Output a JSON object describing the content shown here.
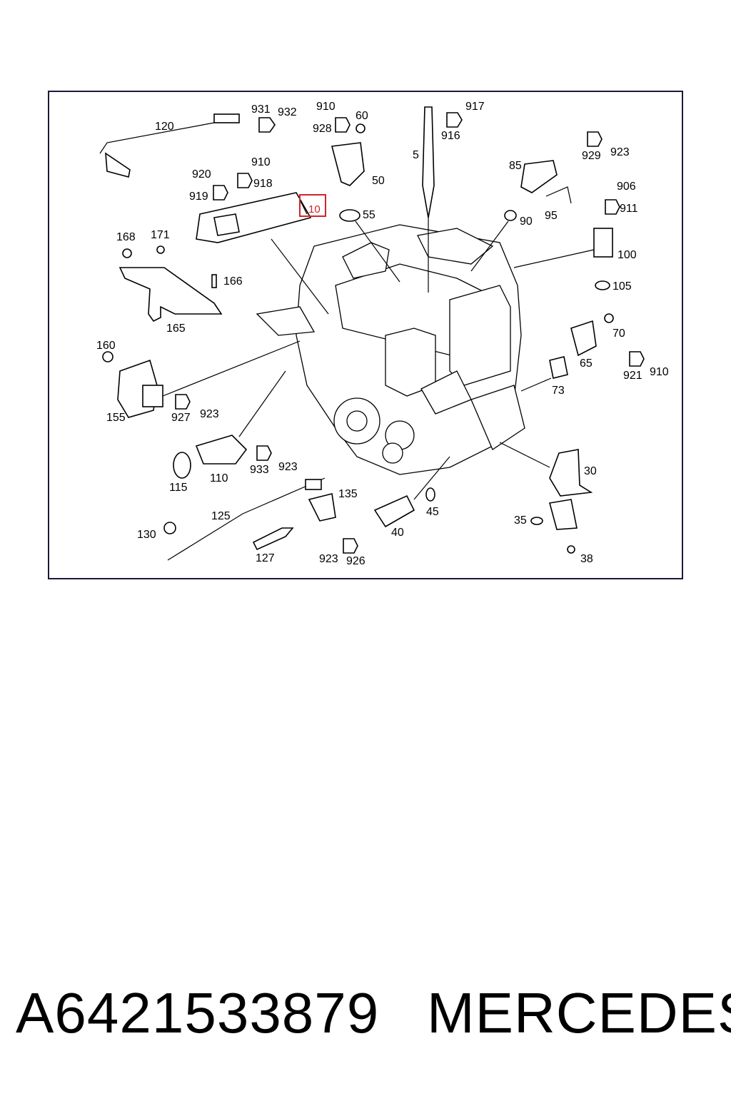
{
  "footer": {
    "part_number": "A6421533879",
    "brand": "MERCEDES"
  },
  "highlight": {
    "label": "10",
    "color": "#d0242b"
  },
  "colors": {
    "frame": "#1a1a3a",
    "line": "#000000"
  },
  "callouts": [
    "120",
    "931",
    "932",
    "910",
    "60",
    "917",
    "928",
    "916",
    "5",
    "50",
    "929",
    "923",
    "85",
    "920",
    "910",
    "918",
    "919",
    "10",
    "55",
    "90",
    "95",
    "906",
    "911",
    "168",
    "171",
    "100",
    "166",
    "105",
    "165",
    "70",
    "160",
    "65",
    "921",
    "910",
    "73",
    "155",
    "927",
    "923",
    "30",
    "110",
    "933",
    "923",
    "115",
    "135",
    "125",
    "45",
    "130",
    "40",
    "35",
    "127",
    "923",
    "926",
    "38"
  ]
}
